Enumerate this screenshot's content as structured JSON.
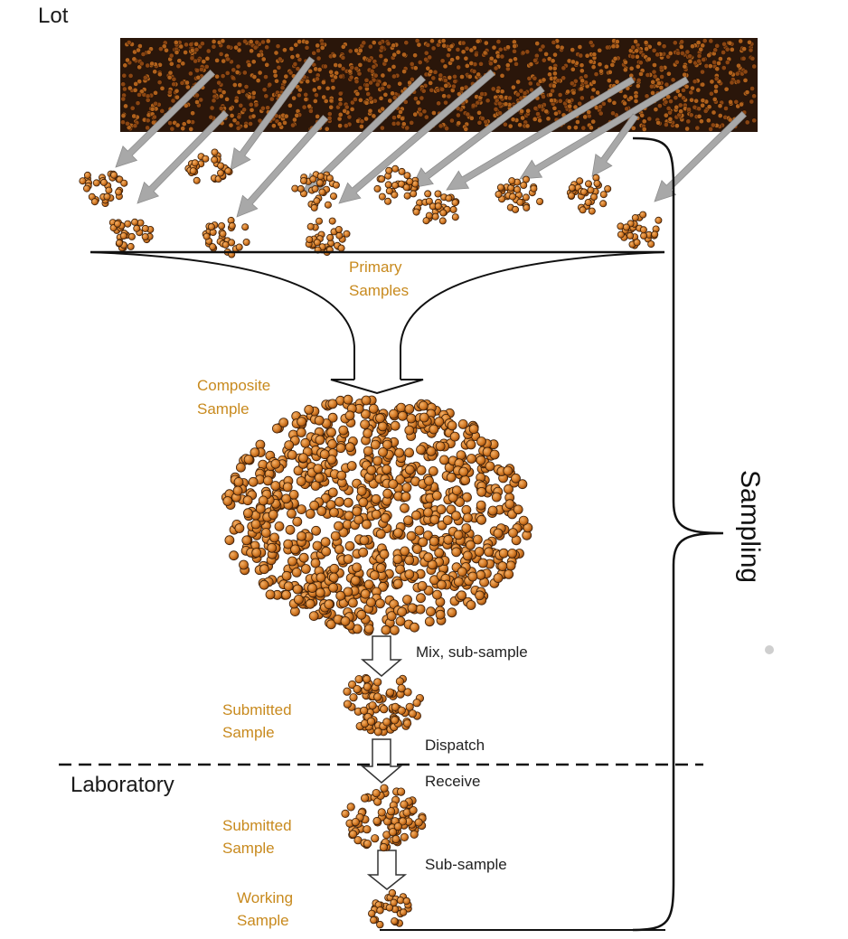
{
  "labels": {
    "lot": "Lot",
    "primary_samples_line1": "Primary",
    "primary_samples_line2": "Samples",
    "composite_line1": "Composite",
    "composite_line2": "Sample",
    "submitted1_line1": "Submitted",
    "submitted1_line2": "Sample",
    "submitted2_line1": "Submitted",
    "submitted2_line2": "Sample",
    "working_line1": "Working",
    "working_line2": "Sample",
    "mix_subsample": "Mix, sub-sample",
    "dispatch": "Dispatch",
    "receive": "Receive",
    "sub_sample": "Sub-sample",
    "laboratory": "Laboratory",
    "sampling": "Sampling"
  },
  "colors": {
    "label_orange": "#c88a1e",
    "bead_fill": "#d9822b",
    "bead_stroke": "#3a1e08",
    "lot_background": "#2a160a",
    "arrow_gray": "#a8a8a8"
  }
}
